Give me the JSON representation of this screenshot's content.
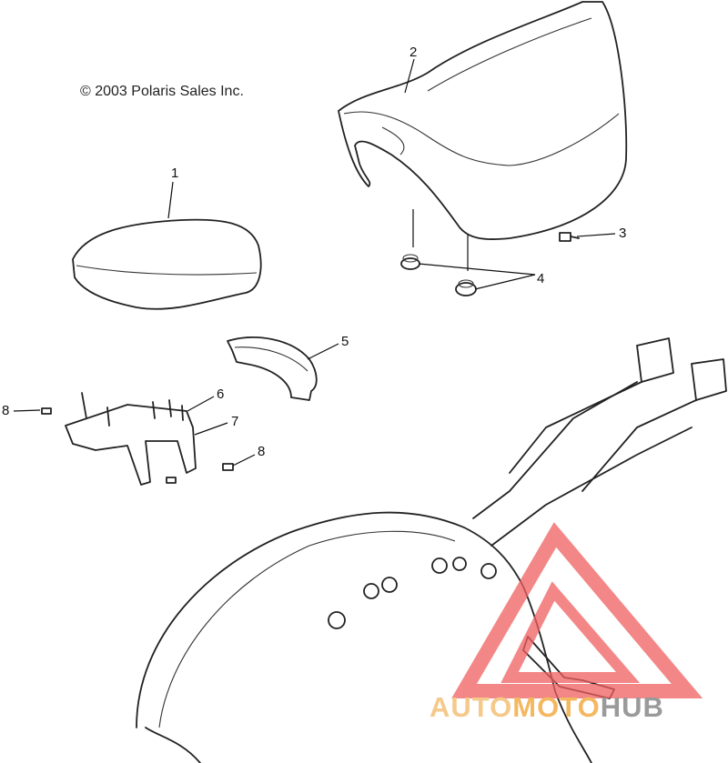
{
  "diagram": {
    "copyright": "© 2003 Polaris Sales Inc.",
    "callouts": [
      {
        "id": "c1",
        "label": "1"
      },
      {
        "id": "c2",
        "label": "2"
      },
      {
        "id": "c3",
        "label": "3"
      },
      {
        "id": "c4",
        "label": "4"
      },
      {
        "id": "c5",
        "label": "5"
      },
      {
        "id": "c6",
        "label": "6"
      },
      {
        "id": "c7",
        "label": "7"
      },
      {
        "id": "c8a",
        "label": "8"
      },
      {
        "id": "c8b",
        "label": "8"
      }
    ]
  },
  "watermark": {
    "brand_part1": "AUTO",
    "brand_part2": "MOTO",
    "brand_part3": "HUB",
    "colors": {
      "auto": "#f5c98a",
      "moto": "#f4b860",
      "hub": "#9a9a9a",
      "triangle": "#f06060"
    }
  }
}
